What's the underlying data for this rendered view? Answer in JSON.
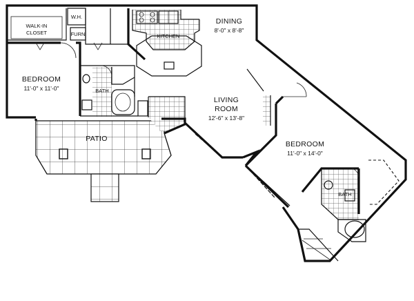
{
  "rooms": {
    "dining": {
      "name": "DINING",
      "dims": "8'-0\" x 8'-8\""
    },
    "kitchen": {
      "name": "KITCHEN"
    },
    "walk_in_closet": {
      "name_line1": "WALK-IN",
      "name_line2": "CLOSET"
    },
    "wh": {
      "name": "W.H."
    },
    "furn": {
      "name": "FURN"
    },
    "bedroom_1": {
      "name": "BEDROOM",
      "dims": "11'-0\" x 11'-0\""
    },
    "bath_1": {
      "name": "BATH"
    },
    "patio": {
      "name": "PATIO"
    },
    "living": {
      "name_line1": "LIVING",
      "name_line2": "ROOM",
      "dims": "12'-6\" x 13'-8\""
    },
    "bedroom_2": {
      "name": "BEDROOM",
      "dims": "11'-0\" x 14'-0\""
    },
    "bath_2": {
      "name": "BATH"
    }
  },
  "colors": {
    "ink": "#111111",
    "tile": "#555555",
    "background": "#ffffff"
  }
}
